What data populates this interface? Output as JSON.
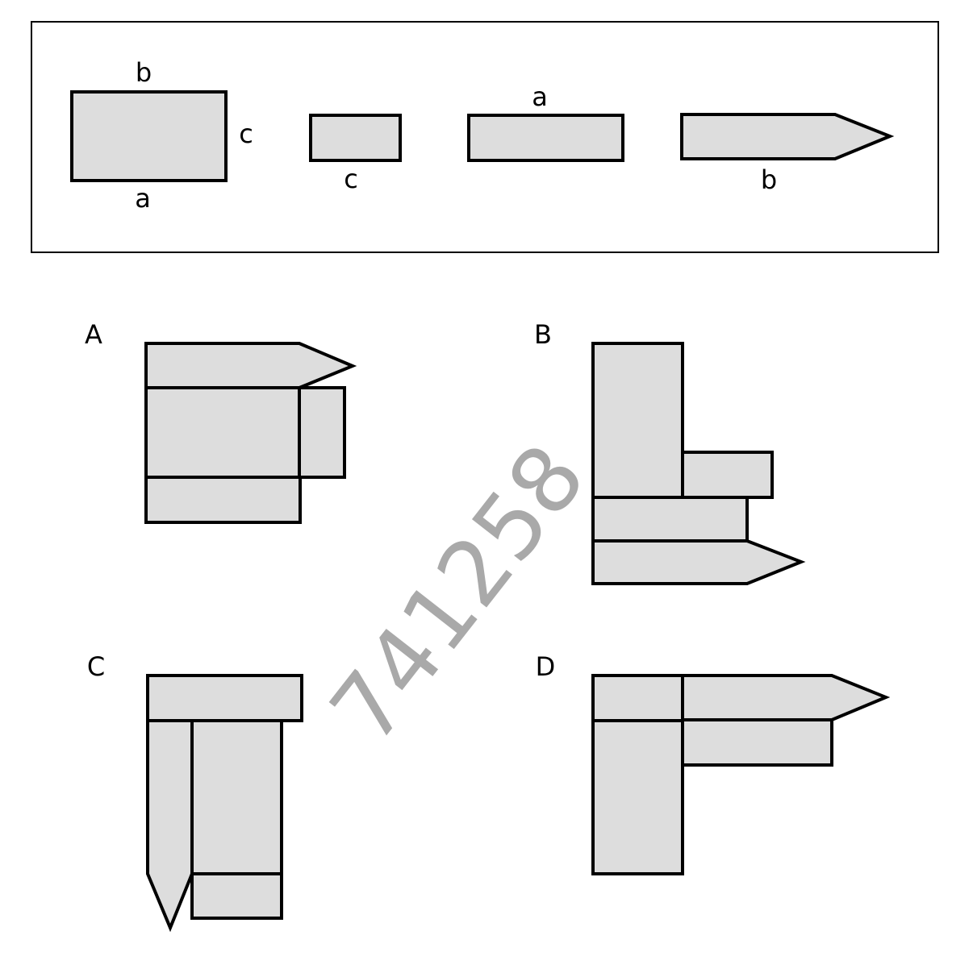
{
  "legend": {
    "labels": {
      "big_top": "b",
      "big_right": "c",
      "big_bottom": "a",
      "small_bottom": "c",
      "long_top": "a",
      "arrow_bottom": "b"
    }
  },
  "options": {
    "A": "A",
    "B": "B",
    "C": "C",
    "D": "D"
  },
  "watermark": "741258",
  "colors": {
    "piece_fill": "#dddddd",
    "stroke": "#000000",
    "watermark": "#a9a9a9"
  }
}
